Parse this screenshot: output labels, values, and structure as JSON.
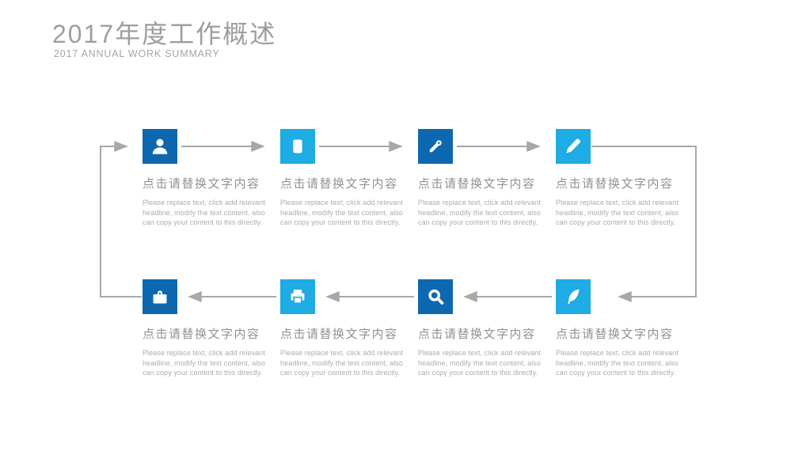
{
  "slide": {
    "title": "2017年度工作概述",
    "subtitle": "2017 ANNUAL WORK SUMMARY"
  },
  "colors": {
    "dark_blue": "#0E68B0",
    "cyan": "#1FABE3",
    "line_gray": "#A8A8A8",
    "title_gray": "#9C9EA0",
    "heading_gray": "#8F9295",
    "body_gray": "#A9ACAE"
  },
  "items": [
    {
      "icon": "person-icon",
      "tone": "dark_blue",
      "heading": "点击请替换文字内容",
      "body": "Please replace text, click add relevant headline, modify the text content, also can copy your content to this directly.",
      "body_lines": [
        "Please replace text, click add relevant",
        "headline, modify the text content, also",
        "can copy your content to this directly."
      ]
    },
    {
      "icon": "document-icon",
      "tone": "cyan",
      "heading": "点击请替换文字内容",
      "body": "Please replace text, click add relevant headline, modify the text content, also can copy your content to this directly.",
      "body_lines": [
        "Please replace text, click add relevant",
        "headline, modify the text content, also",
        "can copy your content to this directly."
      ]
    },
    {
      "icon": "key-icon",
      "tone": "dark_blue",
      "heading": "点击请替换文字内容",
      "body": "Please replace text, click add relevant headline, modify the text content, also can copy your content to this directly.",
      "body_lines": [
        "Please replace text, click add relevant",
        "headline, modify the text content, also",
        "can copy your content to this directly."
      ]
    },
    {
      "icon": "pencil-icon",
      "tone": "cyan",
      "heading": "点击请替换文字内容",
      "body": "Please replace text, click add relevant headline, modify the text content, also can copy your content to this directly.",
      "body_lines": [
        "Please replace text, click add relevant",
        "headline, modify the text content, also",
        "can copy your content to this directly."
      ]
    },
    {
      "icon": "briefcase-icon",
      "tone": "dark_blue",
      "heading": "点击请替换文字内容",
      "body": "Please replace text, click add relevant headline, modify the text content, also can copy your content to this directly.",
      "body_lines": [
        "Please replace text, click add relevant",
        "headline, modify the text content, also",
        "can copy your content to this directly."
      ]
    },
    {
      "icon": "printer-icon",
      "tone": "cyan",
      "heading": "点击请替换文字内容",
      "body": "Please replace text, click add relevant headline, modify the text content, also can copy your content to this directly.",
      "body_lines": [
        "Please replace text, click add relevant",
        "headline, modify the text content, also",
        "can copy your content to this directly."
      ]
    },
    {
      "icon": "search-icon",
      "tone": "dark_blue",
      "heading": "点击请替换文字内容",
      "body": "Please replace text, click add relevant headline, modify the text content, also can copy your content to this directly.",
      "body_lines": [
        "Please replace text, click add relevant",
        "headline, modify the text content, also",
        "can copy your content to this directly."
      ]
    },
    {
      "icon": "quill-icon",
      "tone": "cyan",
      "heading": "点击请替换文字内容",
      "body": "Please replace text, click add relevant headline, modify the text content, also can copy your content to this directly.",
      "body_lines": [
        "Please replace text, click add relevant",
        "headline, modify the text content, also",
        "can copy your content to this directly."
      ]
    }
  ]
}
